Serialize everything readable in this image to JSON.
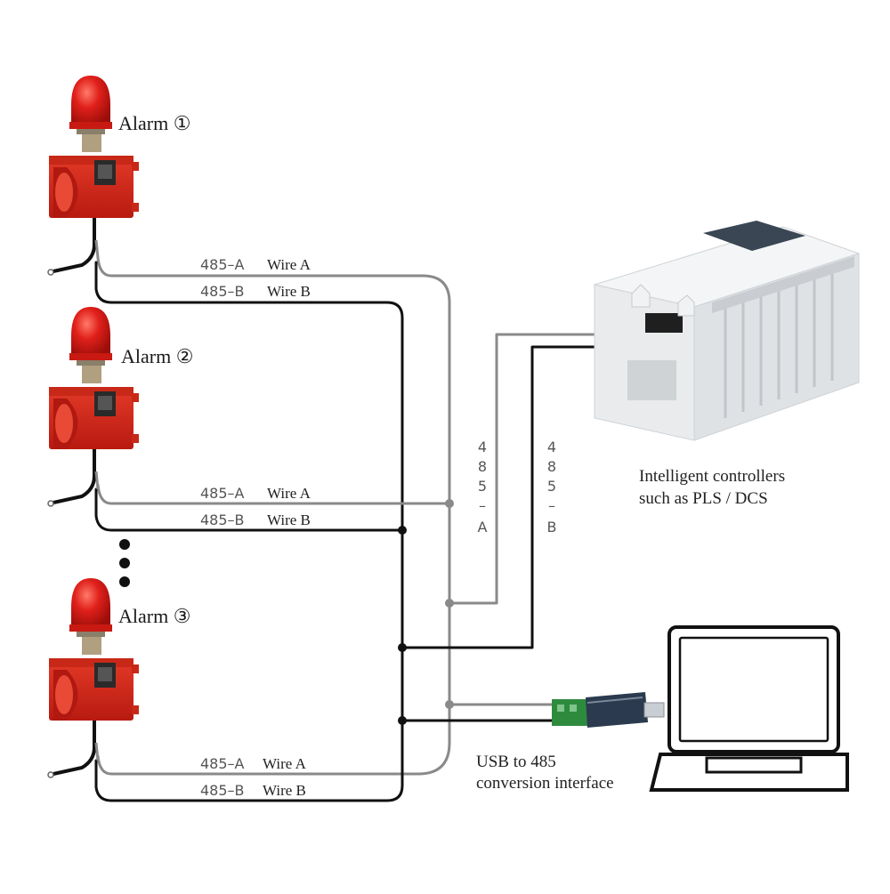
{
  "alarms": [
    {
      "label": "Alarm ①",
      "wire_a_bus": "485–A",
      "wire_a_name": "Wire A",
      "wire_b_bus": "485–B",
      "wire_b_name": "Wire B"
    },
    {
      "label": "Alarm ②",
      "wire_a_bus": "485–A",
      "wire_a_name": "Wire A",
      "wire_b_bus": "485–B",
      "wire_b_name": "Wire B"
    },
    {
      "label": "Alarm ③",
      "wire_a_bus": "485–A",
      "wire_a_name": "Wire A",
      "wire_b_bus": "485–B",
      "wire_b_name": "Wire B"
    }
  ],
  "controller": {
    "caption_line1": "Intelligent controllers",
    "caption_line2": "such as PLS / DCS",
    "riser_a": [
      "4",
      "8",
      "5",
      "–",
      "A"
    ],
    "riser_b": [
      "4",
      "8",
      "5",
      "–",
      "B"
    ]
  },
  "converter": {
    "caption_line1": "USB to 485",
    "caption_line2": "conversion interface"
  },
  "colors": {
    "wire_a": "#8a8a8a",
    "wire_b": "#111111",
    "alarm_red": "#d62a1a",
    "beacon_red": "#e0201a",
    "controller_body": "#eef0f2",
    "usb_green": "#2e8b3e"
  }
}
